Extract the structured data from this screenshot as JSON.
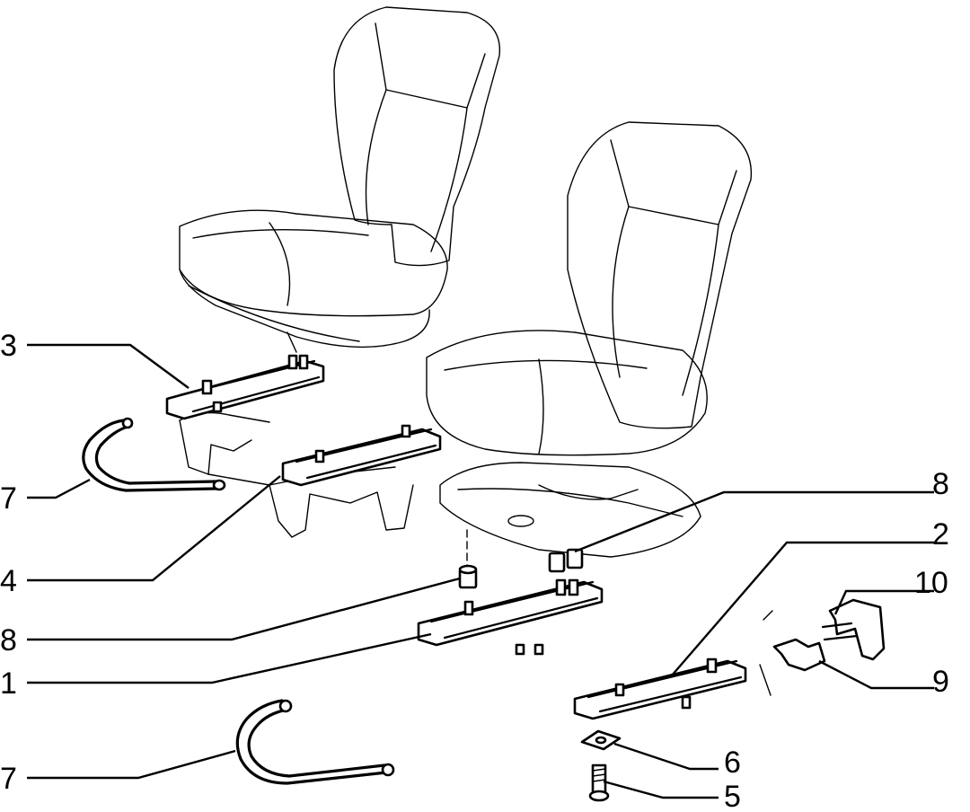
{
  "callouts": [
    {
      "id": "3",
      "text": "3"
    },
    {
      "id": "7a",
      "text": "7"
    },
    {
      "id": "4",
      "text": "4"
    },
    {
      "id": "8a",
      "text": "8"
    },
    {
      "id": "1",
      "text": "1"
    },
    {
      "id": "7b",
      "text": "7"
    },
    {
      "id": "8b",
      "text": "8"
    },
    {
      "id": "2",
      "text": "2"
    },
    {
      "id": "10",
      "text": "10"
    },
    {
      "id": "9",
      "text": "9"
    },
    {
      "id": "6",
      "text": "6"
    },
    {
      "id": "5",
      "text": "5"
    }
  ]
}
